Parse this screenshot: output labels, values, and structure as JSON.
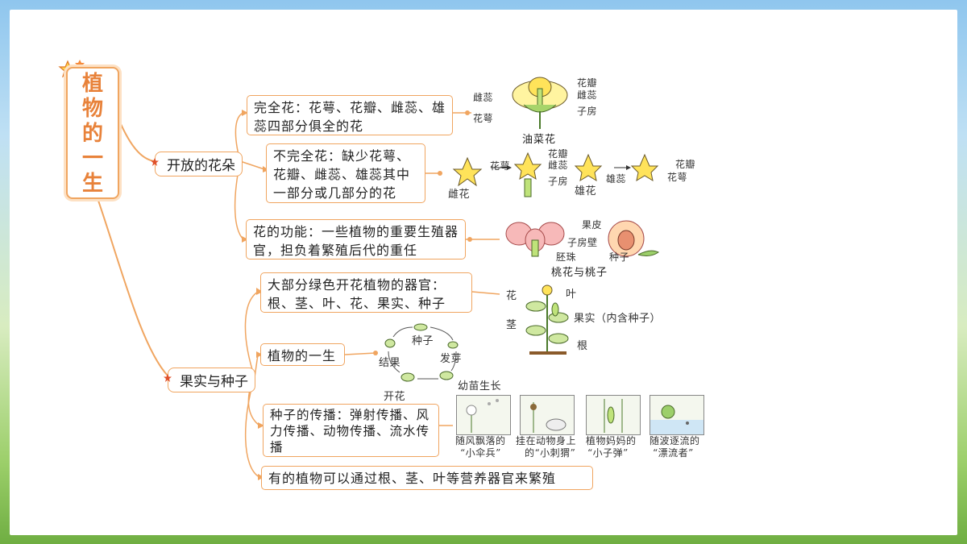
{
  "title": "植物的一生",
  "branches": {
    "flower": {
      "topic": "开放的花朵",
      "complete": "完全花：花萼、花瓣、雌蕊、雄蕊四部分俱全的花",
      "incomplete": "不完全花：缺少花萼、花瓣、雌蕊、雄蕊其中一部分或几部分的花",
      "function": "花的功能：一些植物的重要生殖器官，担负着繁殖后代的重任"
    },
    "fruit": {
      "topic": "果实与种子",
      "organs": "大部分绿色开花植物的器官：根、茎、叶、花、果实、种子",
      "life": "植物的一生",
      "spread": "种子的传播：弹射传播、风力传播、动物传播、流水传播",
      "vegetative": "有的植物可以通过根、茎、叶等营养器官来繁殖"
    }
  },
  "figures": {
    "rape": {
      "caption": "油菜花",
      "pistil": "雌蕊",
      "sepal": "花萼",
      "petal": "花瓣",
      "pistil_r": "雌蕊",
      "ovary": "子房"
    },
    "squash": {
      "female": "雌花",
      "sepal": "花萼",
      "petal": "花瓣",
      "pistil": "雌蕊",
      "ovary": "子房",
      "male": "雄花",
      "stamen": "雄蕊",
      "petal2": "花瓣",
      "sepal2": "花萼"
    },
    "peach": {
      "caption": "桃花与桃子",
      "peel": "果皮",
      "ovary_wall": "子房壁",
      "ovule": "胚珠",
      "seed": "种子"
    },
    "plant": {
      "flower": "花",
      "leaf": "叶",
      "stem": "茎",
      "fruit": "果实（内含种子）",
      "root": "根"
    },
    "cycle": {
      "seed": "种子",
      "sprout": "发芽",
      "seedling": "幼苗生长",
      "bloom": "开花",
      "fruiting": "结果"
    },
    "spread": [
      {
        "line1": "随风飘落的",
        "line2": "“小伞兵”"
      },
      {
        "line1": "挂在动物身上",
        "line2": "的“小刺猬”"
      },
      {
        "line1": "植物妈妈的",
        "line2": "“小子弹”"
      },
      {
        "line1": "随波逐流的",
        "line2": "“漂流者”"
      }
    ]
  },
  "colors": {
    "accent": "#f0a560",
    "title": "#e8823a"
  }
}
